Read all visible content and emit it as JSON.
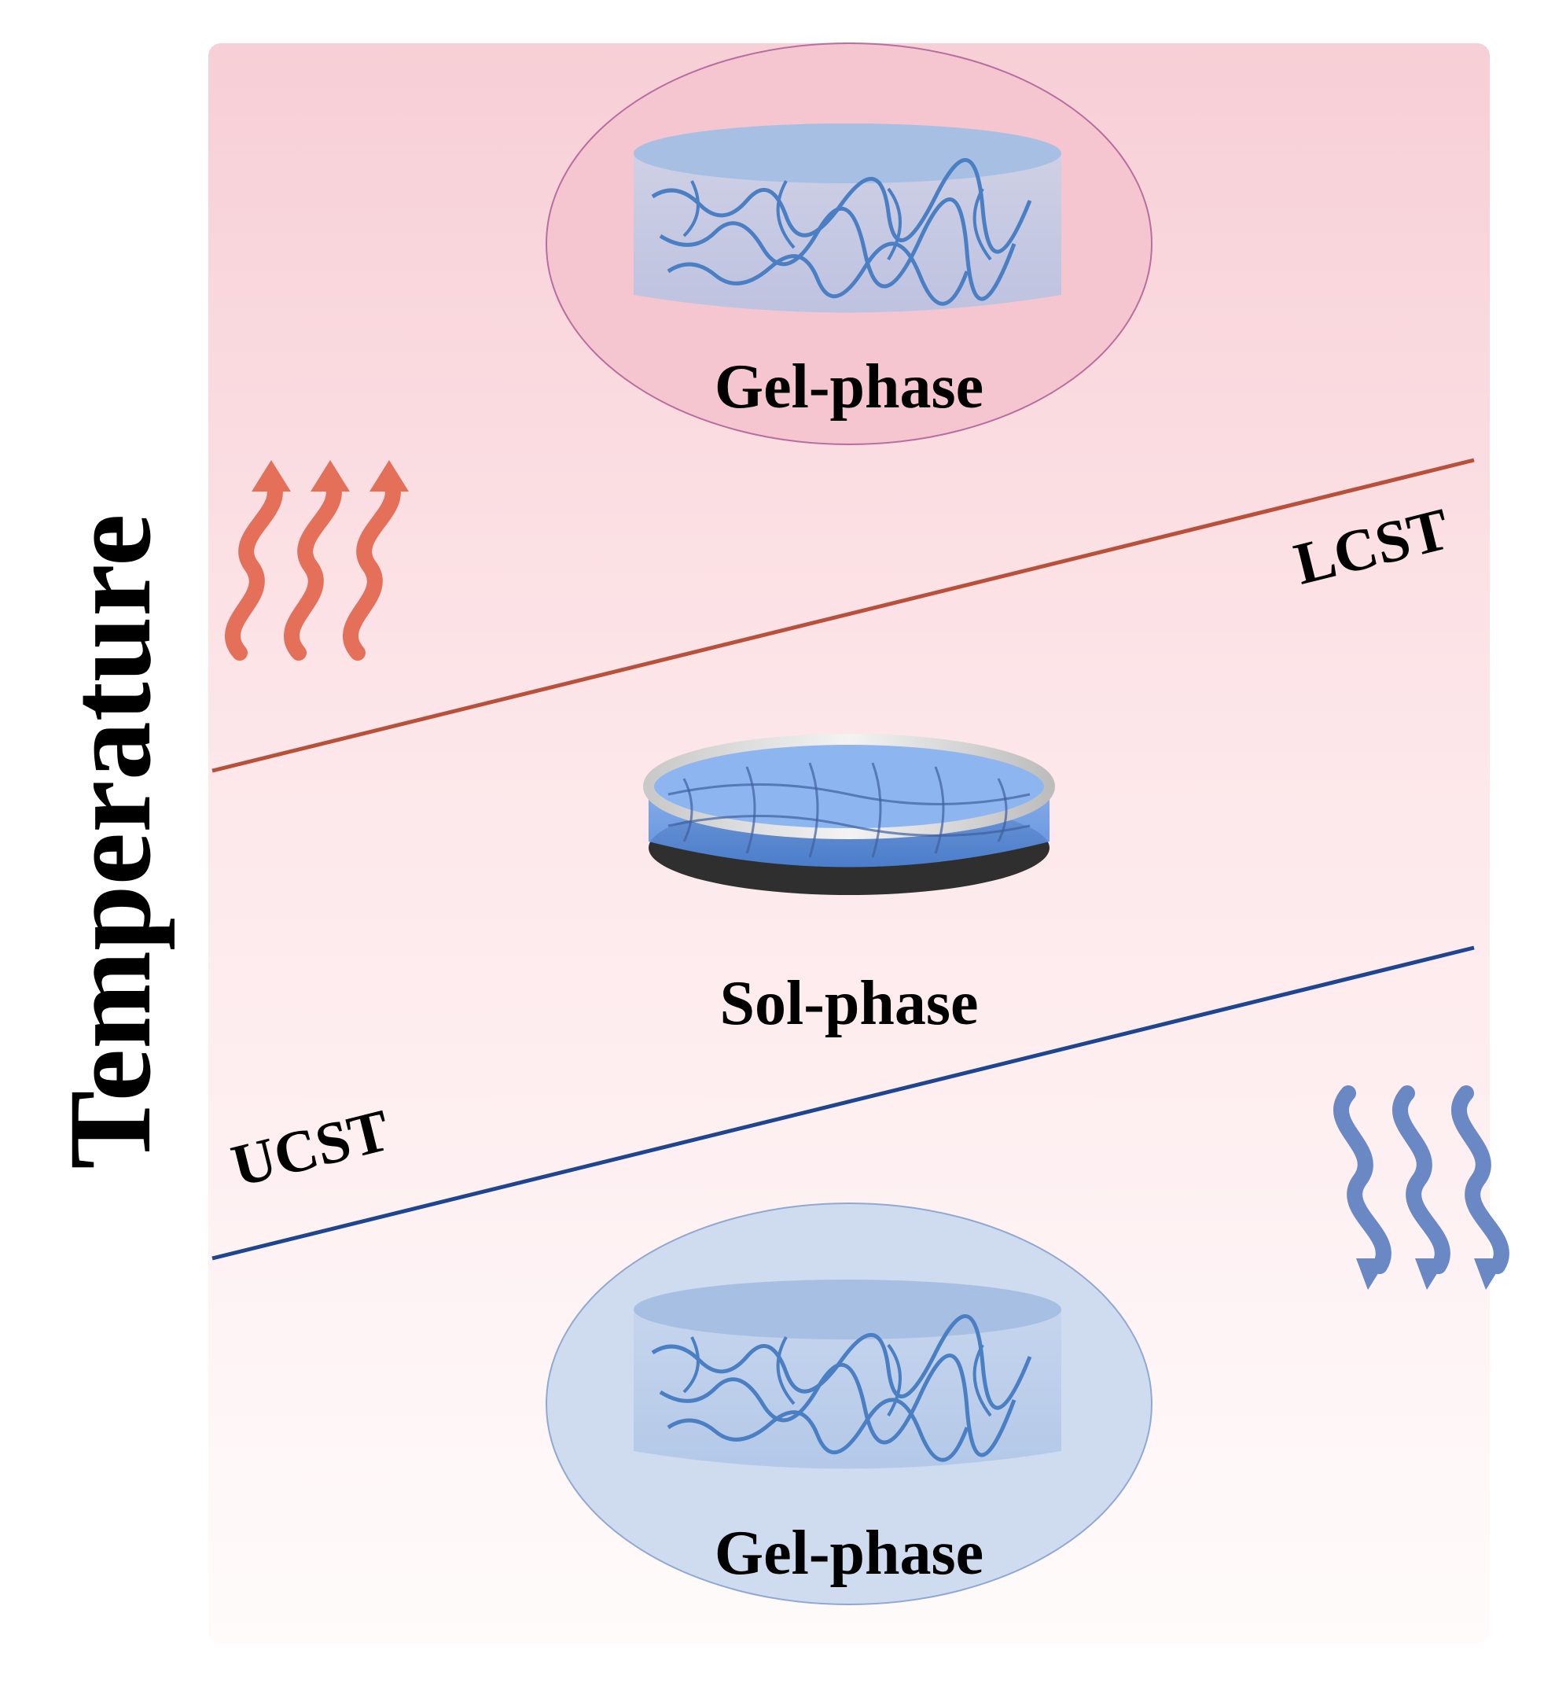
{
  "axis": {
    "title": "Temperature"
  },
  "phases": {
    "top": "Gel-phase",
    "middle": "Sol-phase",
    "bottom": "Gel-phase"
  },
  "boundaries": {
    "upper": "LCST",
    "lower": "UCST"
  },
  "icons": {
    "heating": "heat-up-arrows-icon",
    "cooling": "cool-down-arrows-icon"
  },
  "colors": {
    "panel_top": "#f8cfd6",
    "panel_bottom": "#fffafa",
    "lcst_line": "#b8503a",
    "ucst_line": "#1e4690",
    "heat_arrows": "#e4705a",
    "cool_arrows": "#6a88c4",
    "top_ellipse": "#f5c8d2",
    "bottom_ellipse": "#cfdcef"
  }
}
